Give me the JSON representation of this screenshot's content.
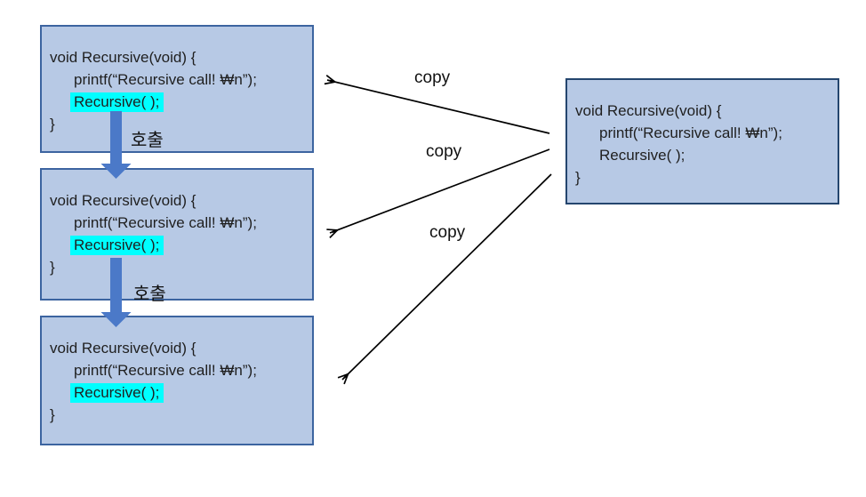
{
  "diagram": {
    "code": {
      "line1": "void Recursive(void) {",
      "line2": "printf(“Recursive call! ₩n”);",
      "line3": "Recursive( );",
      "line4": "}"
    },
    "call_label_1": "호출",
    "call_label_2": "호출",
    "copy_label_1": "copy",
    "copy_label_2": "copy",
    "copy_label_3": "copy",
    "colors": {
      "box_fill": "#b7c9e5",
      "stack_box_border": "#3c64a0",
      "source_box_border": "#24456e",
      "highlight": "#00ffff",
      "call_arrow_blue": "#4b79c8",
      "copy_arrow_black": "#000000"
    }
  }
}
